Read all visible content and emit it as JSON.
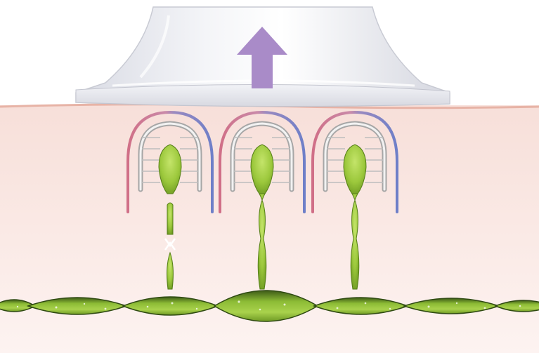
{
  "colors": {
    "background": "#ffffff",
    "skin_top": "#f7dfd9",
    "skin_bottom": "#fdf3f1",
    "skin_surface_line": "#e7b3a6",
    "applicator_glass": "#e9ebf1",
    "arrow": "#a98bc8",
    "nerve_green": "#9cc83c",
    "nerve_dark": "#3d5b17",
    "vessel_red": "#d06f87",
    "vessel_blue": "#6e7fc8",
    "receptor_gray": "#a6a6a6"
  },
  "icons": {
    "suction_cup": "suction-cup-icon",
    "upward_arrow": "up-arrow-icon"
  },
  "diagram": {
    "units": [
      {
        "id": "left",
        "connection": "broken"
      },
      {
        "id": "middle",
        "connection": "intact"
      },
      {
        "id": "right",
        "connection": "intact"
      }
    ]
  }
}
